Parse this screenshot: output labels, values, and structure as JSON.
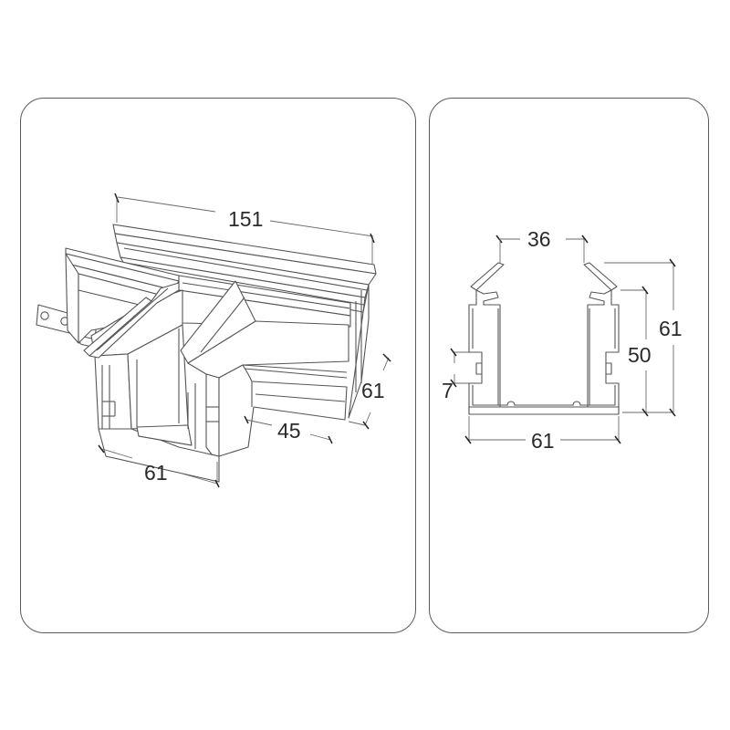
{
  "views": {
    "isometric": {
      "dimensions": {
        "length": "151",
        "height": "61",
        "branch_length": "45",
        "width": "61"
      }
    },
    "cross_section": {
      "dimensions": {
        "opening": "36",
        "total_height": "61",
        "inner_height": "50",
        "groove": "7",
        "width": "61"
      }
    }
  },
  "colors": {
    "line": "#555555",
    "frame": "#5a5a5a",
    "text": "#2a2a2a"
  }
}
